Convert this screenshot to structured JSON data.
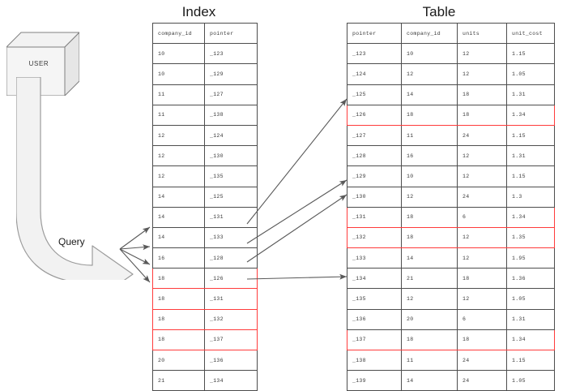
{
  "diagram": {
    "actor": {
      "label": "USER",
      "shape": "cube-icon"
    },
    "query": {
      "label": "Query",
      "shape": "block-arrow-icon"
    },
    "highlight_color": "#ff3b3b",
    "line_color": "#4d4d4d"
  },
  "index": {
    "title": "Index",
    "columns": [
      "company_id",
      "pointer"
    ],
    "rows": [
      {
        "company_id": "10",
        "pointer": "_123",
        "highlighted": false
      },
      {
        "company_id": "10",
        "pointer": "_129",
        "highlighted": false
      },
      {
        "company_id": "11",
        "pointer": "_127",
        "highlighted": false
      },
      {
        "company_id": "11",
        "pointer": "_138",
        "highlighted": false
      },
      {
        "company_id": "12",
        "pointer": "_124",
        "highlighted": false
      },
      {
        "company_id": "12",
        "pointer": "_130",
        "highlighted": false
      },
      {
        "company_id": "12",
        "pointer": "_135",
        "highlighted": false
      },
      {
        "company_id": "14",
        "pointer": "_125",
        "highlighted": false
      },
      {
        "company_id": "14",
        "pointer": "_131",
        "highlighted": false
      },
      {
        "company_id": "14",
        "pointer": "_133",
        "highlighted": false
      },
      {
        "company_id": "16",
        "pointer": "_128",
        "highlighted": false
      },
      {
        "company_id": "18",
        "pointer": "_126",
        "highlighted": true
      },
      {
        "company_id": "18",
        "pointer": "_131",
        "highlighted": true
      },
      {
        "company_id": "18",
        "pointer": "_132",
        "highlighted": true
      },
      {
        "company_id": "18",
        "pointer": "_137",
        "highlighted": true
      },
      {
        "company_id": "20",
        "pointer": "_136",
        "highlighted": false
      },
      {
        "company_id": "21",
        "pointer": "_134",
        "highlighted": false
      }
    ]
  },
  "table": {
    "title": "Table",
    "columns": [
      "pointer",
      "company_id",
      "units",
      "unit_cost"
    ],
    "rows": [
      {
        "pointer": "_123",
        "company_id": "10",
        "units": "12",
        "unit_cost": "1.15",
        "highlighted": false
      },
      {
        "pointer": "_124",
        "company_id": "12",
        "units": "12",
        "unit_cost": "1.05",
        "highlighted": false
      },
      {
        "pointer": "_125",
        "company_id": "14",
        "units": "18",
        "unit_cost": "1.31",
        "highlighted": false
      },
      {
        "pointer": "_126",
        "company_id": "18",
        "units": "18",
        "unit_cost": "1.34",
        "highlighted": true
      },
      {
        "pointer": "_127",
        "company_id": "11",
        "units": "24",
        "unit_cost": "1.15",
        "highlighted": false
      },
      {
        "pointer": "_128",
        "company_id": "16",
        "units": "12",
        "unit_cost": "1.31",
        "highlighted": false
      },
      {
        "pointer": "_129",
        "company_id": "10",
        "units": "12",
        "unit_cost": "1.15",
        "highlighted": false
      },
      {
        "pointer": "_130",
        "company_id": "12",
        "units": "24",
        "unit_cost": "1.3",
        "highlighted": false
      },
      {
        "pointer": "_131",
        "company_id": "18",
        "units": "6",
        "unit_cost": "1.34",
        "highlighted": true
      },
      {
        "pointer": "_132",
        "company_id": "18",
        "units": "12",
        "unit_cost": "1.35",
        "highlighted": true
      },
      {
        "pointer": "_133",
        "company_id": "14",
        "units": "12",
        "unit_cost": "1.95",
        "highlighted": false
      },
      {
        "pointer": "_134",
        "company_id": "21",
        "units": "18",
        "unit_cost": "1.36",
        "highlighted": false
      },
      {
        "pointer": "_135",
        "company_id": "12",
        "units": "12",
        "unit_cost": "1.05",
        "highlighted": false
      },
      {
        "pointer": "_136",
        "company_id": "20",
        "units": "6",
        "unit_cost": "1.31",
        "highlighted": false
      },
      {
        "pointer": "_137",
        "company_id": "18",
        "units": "18",
        "unit_cost": "1.34",
        "highlighted": true
      },
      {
        "pointer": "_138",
        "company_id": "11",
        "units": "24",
        "unit_cost": "1.15",
        "highlighted": false
      },
      {
        "pointer": "_139",
        "company_id": "14",
        "units": "24",
        "unit_cost": "1.05",
        "highlighted": false
      }
    ]
  }
}
